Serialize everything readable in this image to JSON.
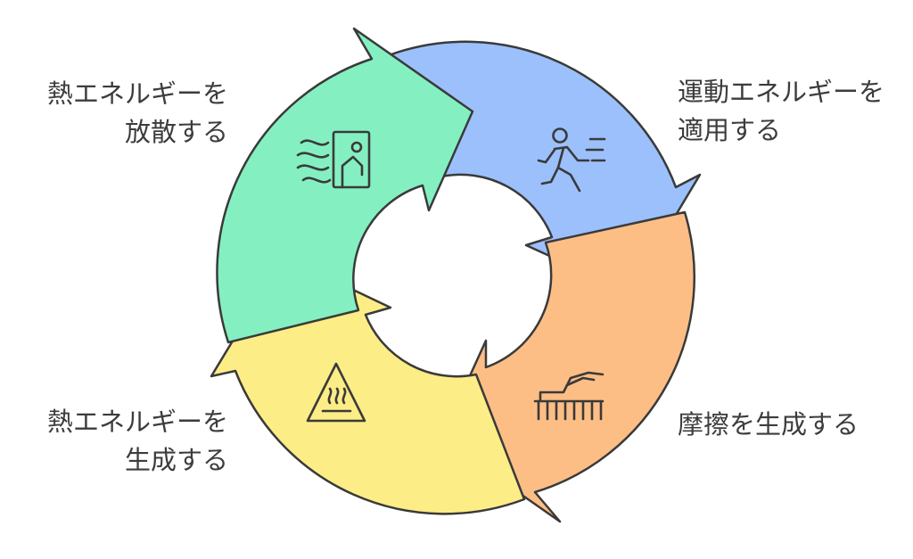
{
  "diagram": {
    "colors": {
      "blue": "#9cc0fb",
      "orange": "#fdbe86",
      "yellow": "#fded86",
      "green": "#84f0c1",
      "stroke": "#3a3a3a"
    },
    "steps": [
      {
        "id": "apply-kinetic",
        "lines": [
          "運動エネルギーを",
          "適用する"
        ],
        "icon": "running-person-icon"
      },
      {
        "id": "generate-friction",
        "lines": [
          "摩擦を生成する"
        ],
        "icon": "brush-scrubbing-icon"
      },
      {
        "id": "generate-heat",
        "lines": [
          "熱エネルギーを",
          "生成する"
        ],
        "icon": "hot-surface-warning-icon"
      },
      {
        "id": "dissipate-heat",
        "lines": [
          "熱エネルギーを",
          "放散する"
        ],
        "icon": "wind-door-icon"
      }
    ]
  }
}
